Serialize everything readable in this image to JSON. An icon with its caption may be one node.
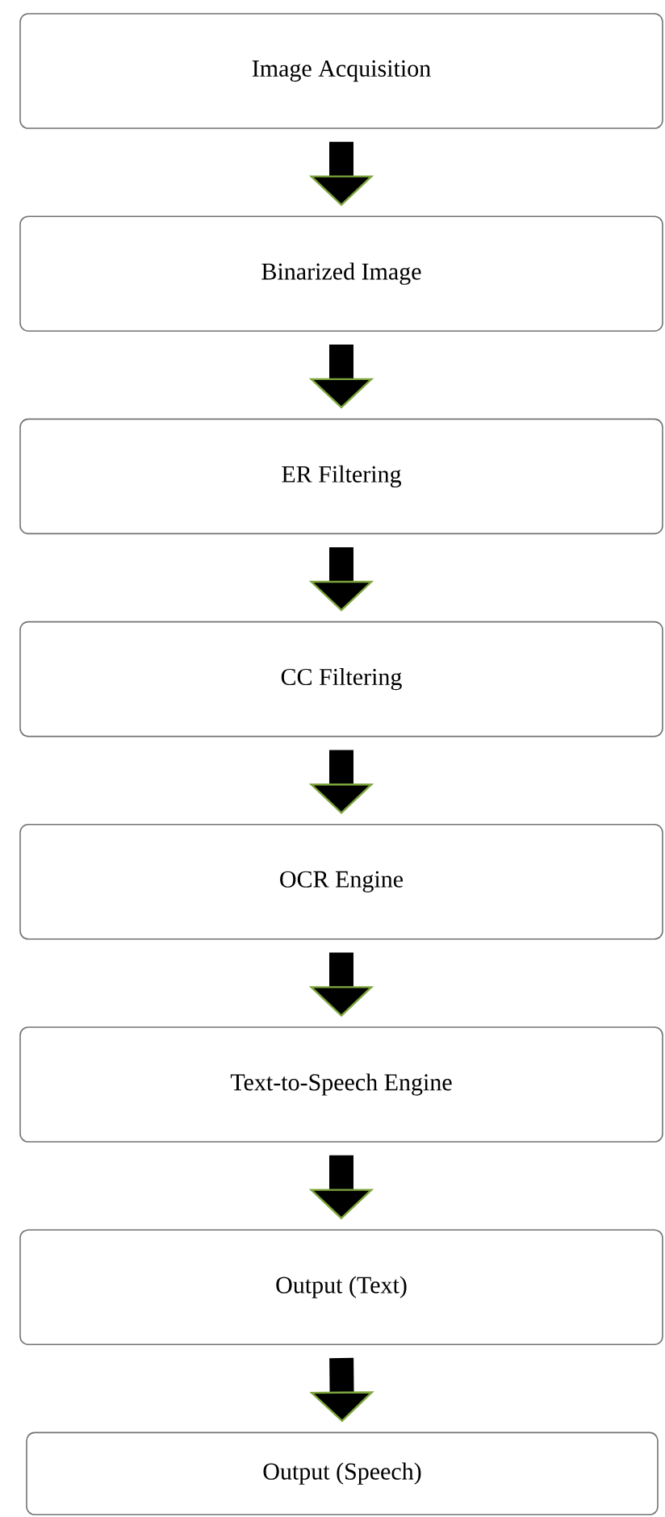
{
  "diagram": {
    "nodes": [
      {
        "text": [
          "Image Acquisition"
        ]
      },
      {
        "text": [
          "Binarized Image"
        ]
      },
      {
        "text": [
          "ER Filtering"
        ]
      },
      {
        "text": [
          "CC Filtering"
        ]
      },
      {
        "text": [
          "OCR Engine"
        ]
      },
      {
        "text": [
          "Text-to-Speech Engine"
        ]
      },
      {
        "text": [
          "Output (Text)"
        ]
      },
      {
        "text": [
          "Output (Speech)"
        ]
      }
    ],
    "edges": [
      {
        "from": 0,
        "to": 1,
        "arrow": "to"
      },
      {
        "from": 1,
        "to": 2,
        "arrow": "to"
      },
      {
        "from": 2,
        "to": 3,
        "arrow": "to"
      },
      {
        "from": 3,
        "to": 4,
        "arrow": "to"
      },
      {
        "from": 4,
        "to": 5,
        "arrow": "to"
      },
      {
        "from": 5,
        "to": 6,
        "arrow": "to"
      },
      {
        "from": 6,
        "to": 7,
        "arrow": "to"
      }
    ]
  }
}
